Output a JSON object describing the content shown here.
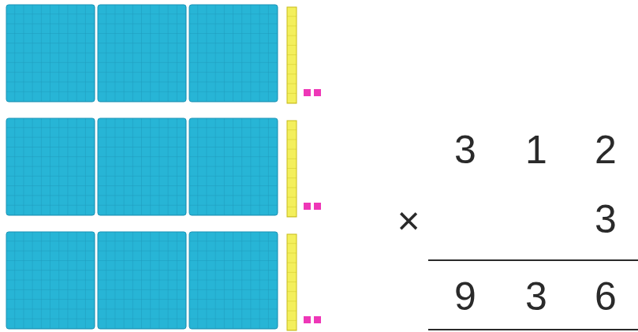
{
  "diagram": {
    "labels": [
      "3",
      "1",
      "2",
      "×",
      "3",
      "9",
      "3",
      "6"
    ]
  }
}
